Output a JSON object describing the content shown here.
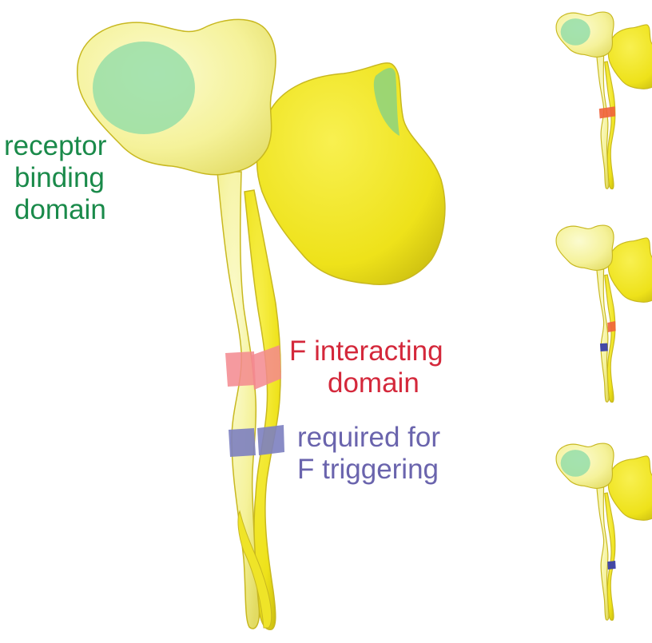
{
  "labels": {
    "receptor": [
      "receptor",
      "binding",
      "domain"
    ],
    "f_interacting": [
      "F interacting",
      "domain"
    ],
    "f_triggering": [
      "required for",
      "F triggering"
    ]
  },
  "colors": {
    "protein_light": "#f7f59a",
    "protein_dark": "#f3ea1e",
    "protein_edge": "#c8b820",
    "receptor_region": "#8fdca7",
    "f_interacting_region": "#f3888e",
    "f_triggering_region": "#7c7fc0",
    "label_green": "#1a8a4a",
    "label_red": "#d4283b",
    "label_blue": "#6a64ad"
  }
}
